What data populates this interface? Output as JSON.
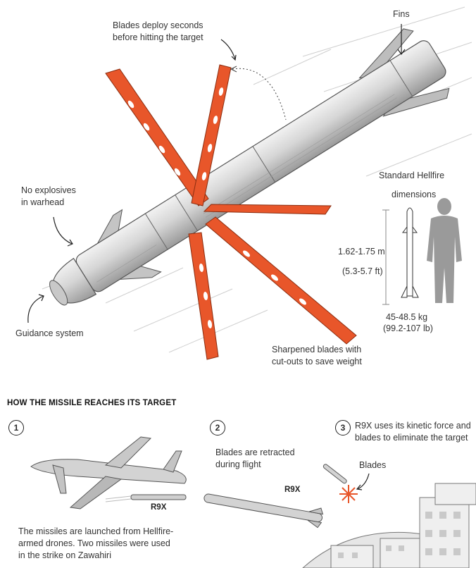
{
  "callouts": {
    "blades_deploy": [
      "Blades deploy seconds",
      "before hitting the target"
    ],
    "fins": "Fins",
    "no_explosives": [
      "No explosives",
      "in warhead"
    ],
    "guidance": "Guidance system",
    "sharpened": [
      "Sharpened blades with",
      "cut-outs to save weight"
    ]
  },
  "dimensions": {
    "title_1": "Standard Hellfire",
    "title_2": "dimensions",
    "length_m": "1.62-1.75 m",
    "length_ft": "(5.3-5.7 ft)",
    "weight_kg": "45-48.5 kg",
    "weight_lb": "(99.2-107 lb)"
  },
  "section": {
    "heading": "HOW THE MISSILE REACHES ITS TARGET",
    "steps": [
      {
        "num": "1",
        "lines": [
          "The missiles are launched from Hellfire-",
          "armed drones. Two missiles were used",
          "in the strike on Zawahiri"
        ],
        "tag": "R9X"
      },
      {
        "num": "2",
        "lines": [
          "Blades are retracted",
          "during flight"
        ],
        "tag": "R9X"
      },
      {
        "num": "3",
        "lines": [
          "R9X uses its kinetic force and",
          "blades to eliminate the target"
        ],
        "tag": "Blades"
      }
    ]
  },
  "colors": {
    "blade": "#e8562a",
    "ink": "#333333",
    "metal": "#d8d8d8"
  }
}
